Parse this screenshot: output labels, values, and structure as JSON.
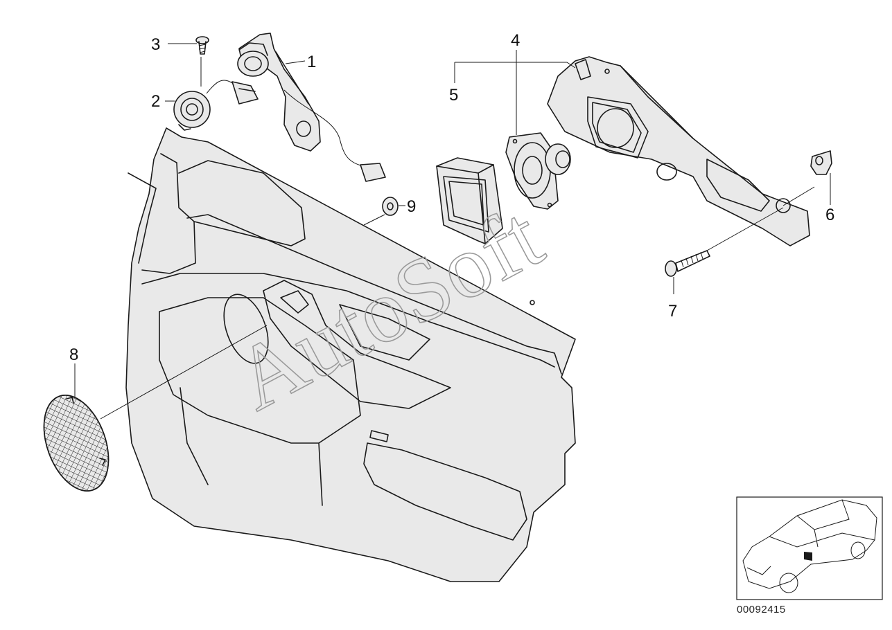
{
  "diagram": {
    "callouts": [
      {
        "id": "c1",
        "label": "1"
      },
      {
        "id": "c2",
        "label": "2"
      },
      {
        "id": "c3",
        "label": "3"
      },
      {
        "id": "c4",
        "label": "4"
      },
      {
        "id": "c5",
        "label": "5"
      },
      {
        "id": "c6",
        "label": "6"
      },
      {
        "id": "c7",
        "label": "7"
      },
      {
        "id": "c8",
        "label": "8"
      },
      {
        "id": "c9",
        "label": "9"
      }
    ],
    "watermark": "AutoSoft",
    "document_number": "00092415"
  },
  "colors": {
    "line": "#1a1a1a",
    "panel_fill": "#e9e9e9",
    "watermark": "#9a9a9a"
  }
}
